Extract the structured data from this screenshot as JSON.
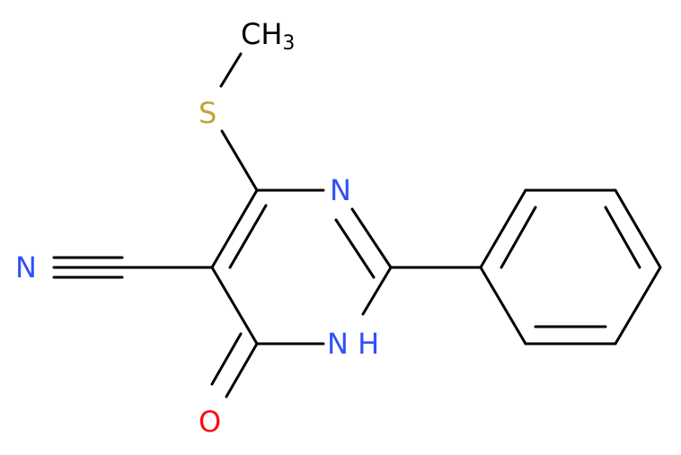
{
  "atoms": {
    "methyl": {
      "main": "CH",
      "sub": "3"
    },
    "sulfur": "S",
    "ring_nitrogen": "N",
    "nh": "N H",
    "oxygen": "O",
    "nitrile_nitrogen": "N"
  },
  "colors": {
    "bond": "#000000",
    "carbon": "#000000",
    "nitrogen": "#3050f8",
    "oxygen": "#ff0d0d",
    "sulfur": "#c6a33a"
  }
}
